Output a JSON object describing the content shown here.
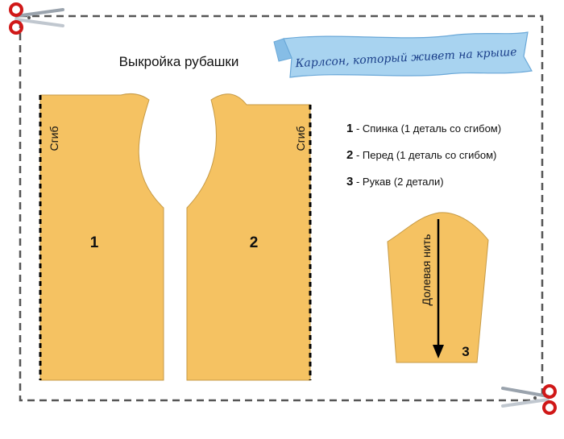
{
  "title": "Выкройка рубашки",
  "ribbon_text": "Карлсон, который живет на крыше",
  "pieces": {
    "back": {
      "number": "1",
      "fold_label": "Сгиб"
    },
    "front": {
      "number": "2",
      "fold_label": "Сгиб"
    },
    "sleeve": {
      "number": "3",
      "grain_label": "Долевая нить"
    }
  },
  "legend": [
    {
      "number": "1",
      "text": " - Спинка (1 деталь со сгибом)"
    },
    {
      "number": "2",
      "text": " - Перед (1 деталь со сгибом)"
    },
    {
      "number": "3",
      "text": " - Рукав (2 детали)"
    }
  ],
  "colors": {
    "fabric": "#f5c262",
    "fabric_outline": "#c69a45",
    "ribbon": "#a8d3f0",
    "ribbon_text": "#1b3f8a",
    "border_dash": "#555555",
    "scissors_handle": "#d01818"
  }
}
